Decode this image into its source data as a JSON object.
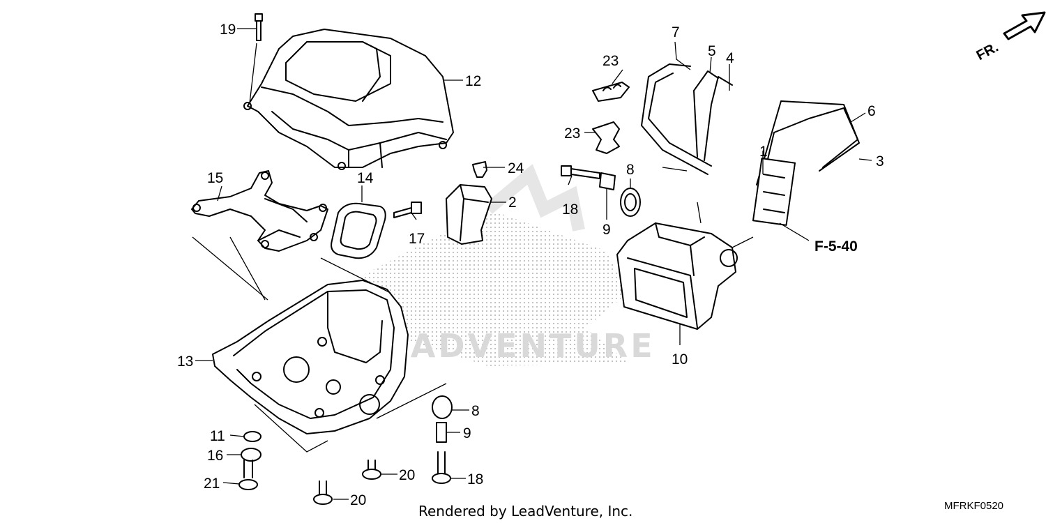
{
  "diagram": {
    "reference": "F-5-40",
    "direction_label": "FR.",
    "credit": "Rendered by LeadVenture, Inc.",
    "diagram_code": "MFRKF0520",
    "watermark_text": "LEADVENTURE"
  },
  "callouts": {
    "p1": "1",
    "p2": "2",
    "p3": "3",
    "p4": "4",
    "p5": "5",
    "p6": "6",
    "p7": "7",
    "p8a": "8",
    "p8b": "8",
    "p9a": "9",
    "p9b": "9",
    "p10": "10",
    "p11": "11",
    "p12": "12",
    "p13": "13",
    "p14": "14",
    "p15": "15",
    "p16": "16",
    "p17": "17",
    "p18a": "18",
    "p18b": "18",
    "p19": "19",
    "p20a": "20",
    "p20b": "20",
    "p21": "21",
    "p23a": "23",
    "p23b": "23",
    "p24": "24"
  }
}
